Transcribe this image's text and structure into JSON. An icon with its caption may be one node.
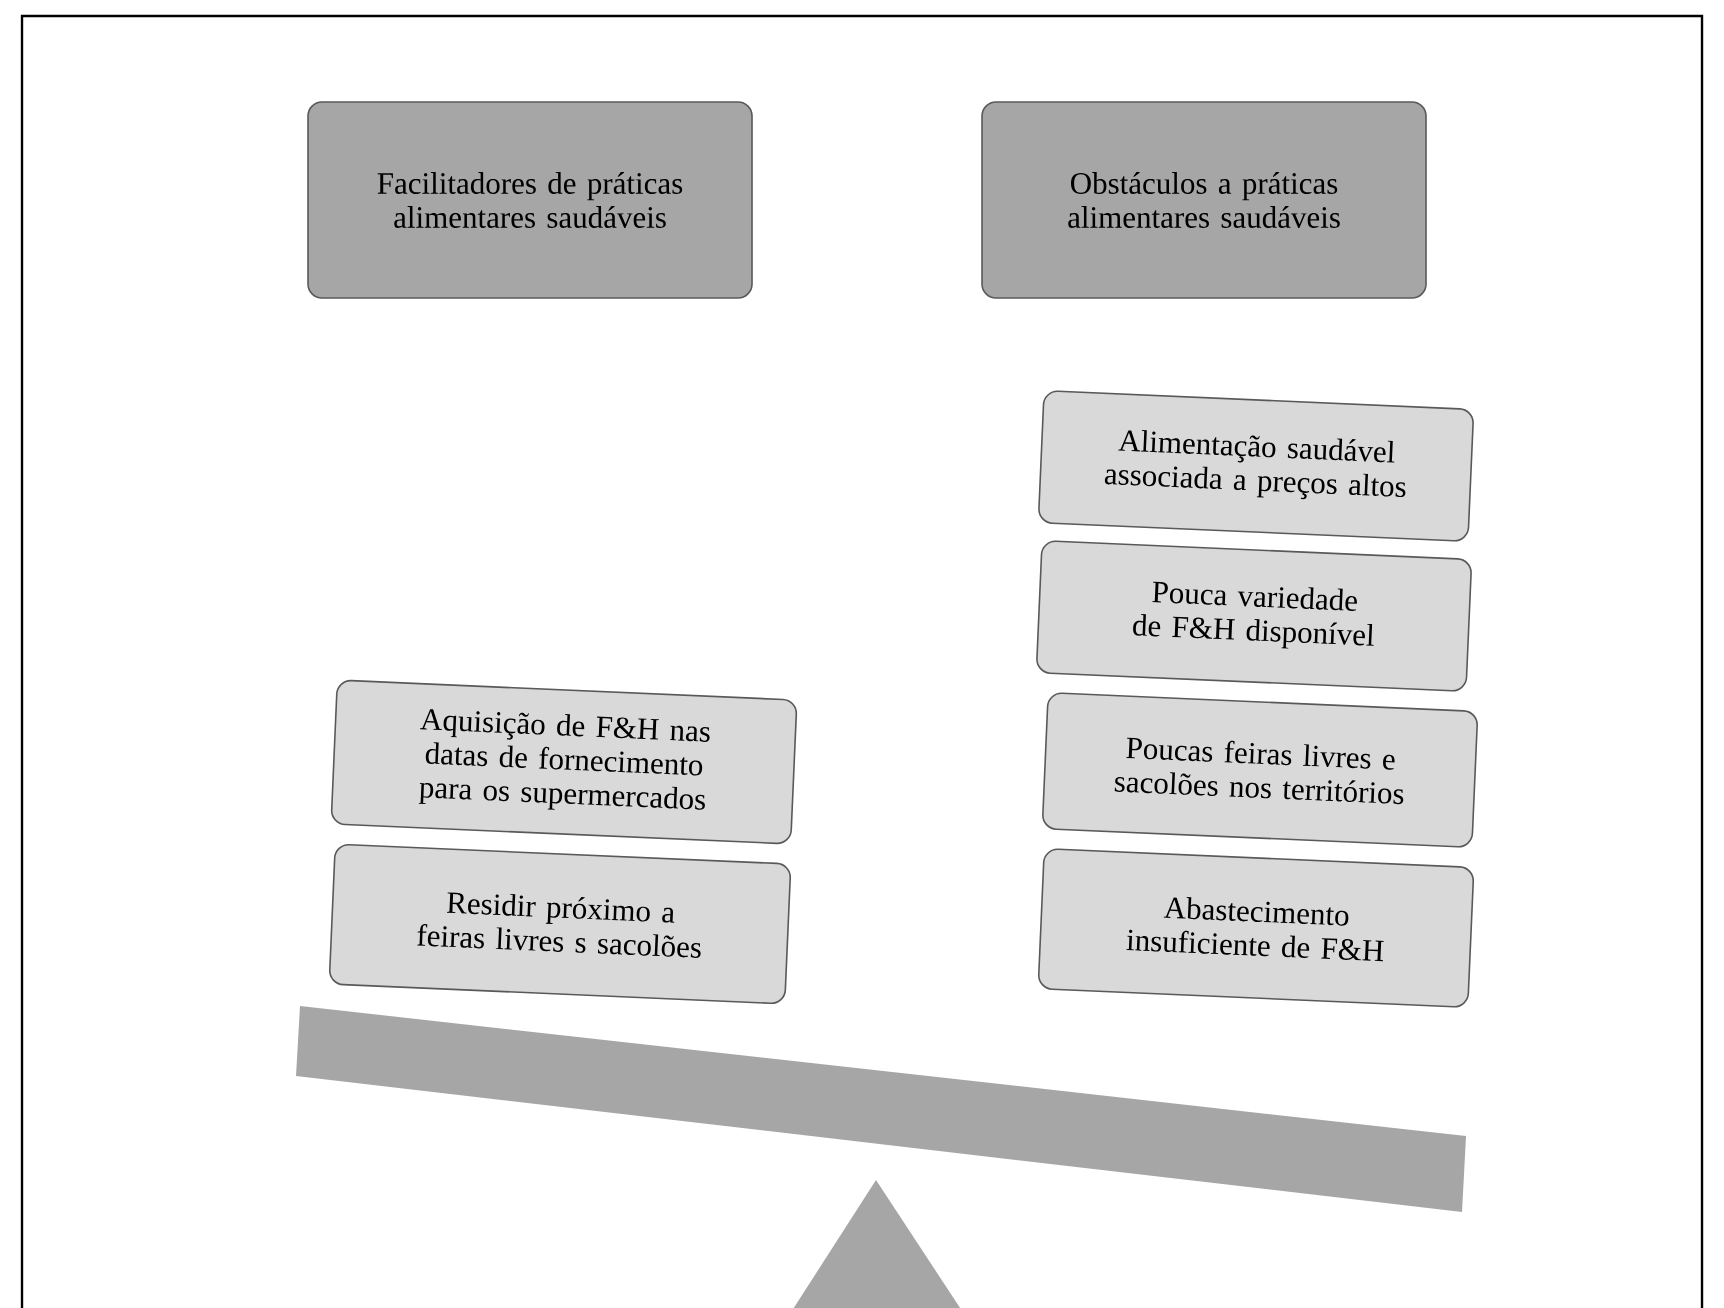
{
  "diagram": {
    "nodes": [
      {
        "text": [
          "Facilitadores de práticas alimentares saudáveis"
        ]
      },
      {
        "text": [
          "Obstáculos a práticas alimentares saudáveis"
        ]
      },
      {
        "text": [
          "Aquisição de F&H nas datas de fornecimento para os supermercados"
        ]
      },
      {
        "text": [
          "Residir próximo a feiras livres s sacolões"
        ]
      },
      {
        "text": [
          "Alimentação saudável associada a preços altos"
        ]
      },
      {
        "text": [
          "Pouca variedade de F&H disponível"
        ]
      },
      {
        "text": [
          "Poucas feiras livres e sacolões nos territórios"
        ]
      },
      {
        "text": [
          "Abastecimento insuficiente de F&H"
        ]
      }
    ]
  }
}
